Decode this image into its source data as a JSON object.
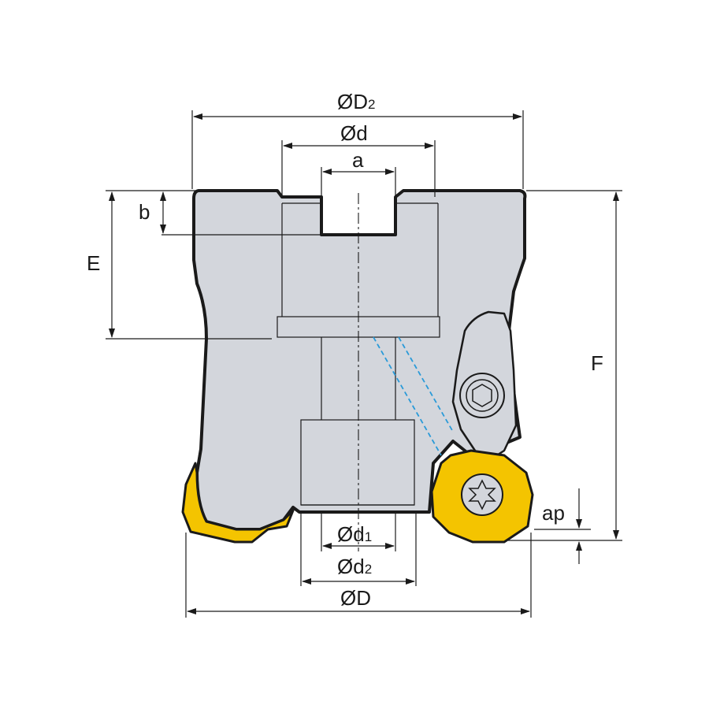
{
  "labels": {
    "D2": "ØD",
    "D2_sub": "2",
    "d": "Ød",
    "a": "a",
    "b": "b",
    "E": "E",
    "F": "F",
    "ap": "ap",
    "d1": "Ød",
    "d1_sub": "1",
    "d2": "Ød",
    "d2_sub": "2",
    "D": "ØD"
  },
  "colors": {
    "body": "#d3d6dc",
    "insert": "#f4c400",
    "coolant": "#2a9ad8",
    "line": "#1a1a1a"
  }
}
